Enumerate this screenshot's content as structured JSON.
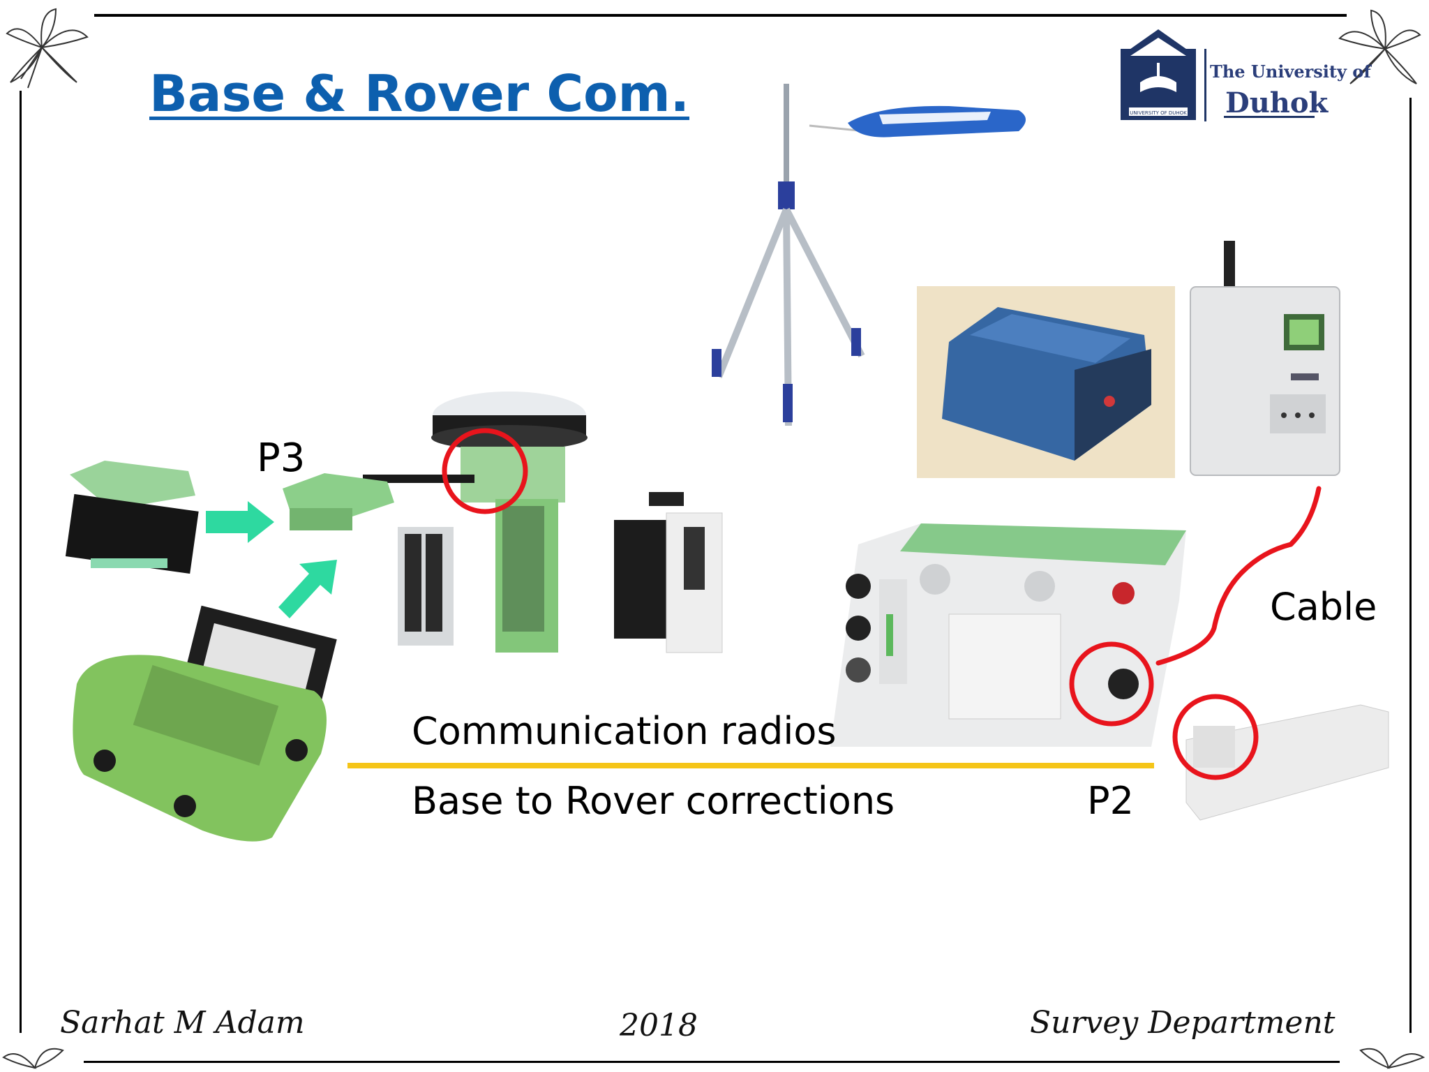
{
  "slide": {
    "title": "Base & Rover Com.",
    "logo": {
      "line1": "The University of",
      "line2": "Duhok",
      "emblem_text": "UNIVERSITY OF DUHOK"
    },
    "labels": {
      "p3": "P3",
      "p2": "P2",
      "cable": "Cable",
      "comm_radios": "Communication radios",
      "base_to_rover": "Base to Rover corrections"
    },
    "footer": {
      "author": "Sarhat M Adam",
      "year": "2018",
      "department": "Survey Department"
    }
  },
  "colors": {
    "title": "#0d5fae",
    "highlight_circle": "#e8141c",
    "cable": "#e8141c",
    "arrow": "#2ed9a0",
    "divider": "#f5c518",
    "device_green": "#8dc26f",
    "logo_navy": "#1f3566"
  },
  "icons": [
    "flower-ornament-icon",
    "university-emblem-icon",
    "arrow-right-icon",
    "arrow-up-right-icon"
  ]
}
